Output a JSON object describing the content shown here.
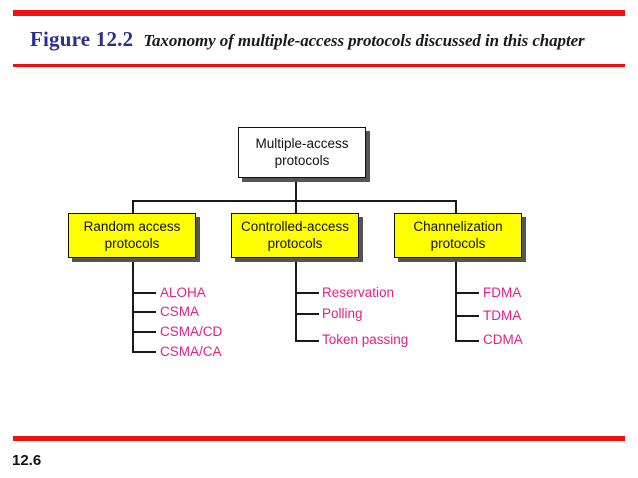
{
  "slide": {
    "page_number": "12.6",
    "accent_rule_color": "#ee1111",
    "figure_label_color": "#2d2d8f",
    "leaf_text_color": "#e0218a",
    "branch_box_color": "#ffff00",
    "root_box_color": "#ffffff"
  },
  "heading": {
    "figure_label": "Figure 12.2",
    "figure_title": "Taxonomy of multiple-access protocols discussed in this chapter"
  },
  "chart_data": {
    "type": "diagram",
    "subtype": "tree-taxonomy",
    "title": "Taxonomy of multiple-access protocols discussed in this chapter",
    "root": {
      "id": "multiple-access-protocols",
      "line1": "Multiple-access",
      "line2": "protocols",
      "fill": "#ffffff"
    },
    "branches": [
      {
        "id": "random-access-protocols",
        "line1": "Random access",
        "line2": "protocols",
        "fill": "#ffff00",
        "leaves": [
          "ALOHA",
          "CSMA",
          "CSMA/CD",
          "CSMA/CA"
        ]
      },
      {
        "id": "controlled-access-protocols",
        "line1": "Controlled-access",
        "line2": "protocols",
        "fill": "#ffff00",
        "leaves": [
          "Reservation",
          "Polling",
          "Token passing"
        ]
      },
      {
        "id": "channelization-protocols",
        "line1": "Channelization",
        "line2": "protocols",
        "fill": "#ffff00",
        "leaves": [
          "FDMA",
          "TDMA",
          "CDMA"
        ]
      }
    ]
  }
}
